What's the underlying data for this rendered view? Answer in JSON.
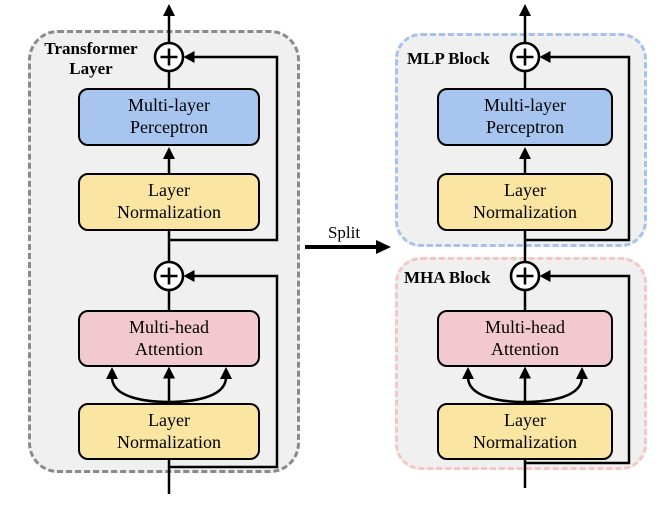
{
  "colors": {
    "canvas_bg": "#ffffff",
    "container_bg": "#f0f0f0",
    "container_border_gray": "#8a8a8a",
    "container_border_blue": "#a5c3eb",
    "container_border_pink": "#f3c7c4",
    "box_blue": "#a7c5ef",
    "box_yellow": "#fbe5a3",
    "box_pink": "#f2c9ce",
    "wire_color": "#000000"
  },
  "left_panel": {
    "title": "Transformer\nLayer",
    "mlp_label": "Multi-layer\nPerceptron",
    "layer_norm_top_label": "Layer\nNormalization",
    "mha_label": "Multi-head\nAttention",
    "layer_norm_bottom_label": "Layer\nNormalization"
  },
  "split_arrow": {
    "label": "Split"
  },
  "mlp_block_panel": {
    "title": "MLP Block",
    "mlp_label": "Multi-layer\nPerceptron",
    "layer_norm_label": "Layer\nNormalization"
  },
  "mha_block_panel": {
    "title": "MHA Block",
    "mha_label": "Multi-head\nAttention",
    "layer_norm_label": "Layer\nNormalization"
  }
}
